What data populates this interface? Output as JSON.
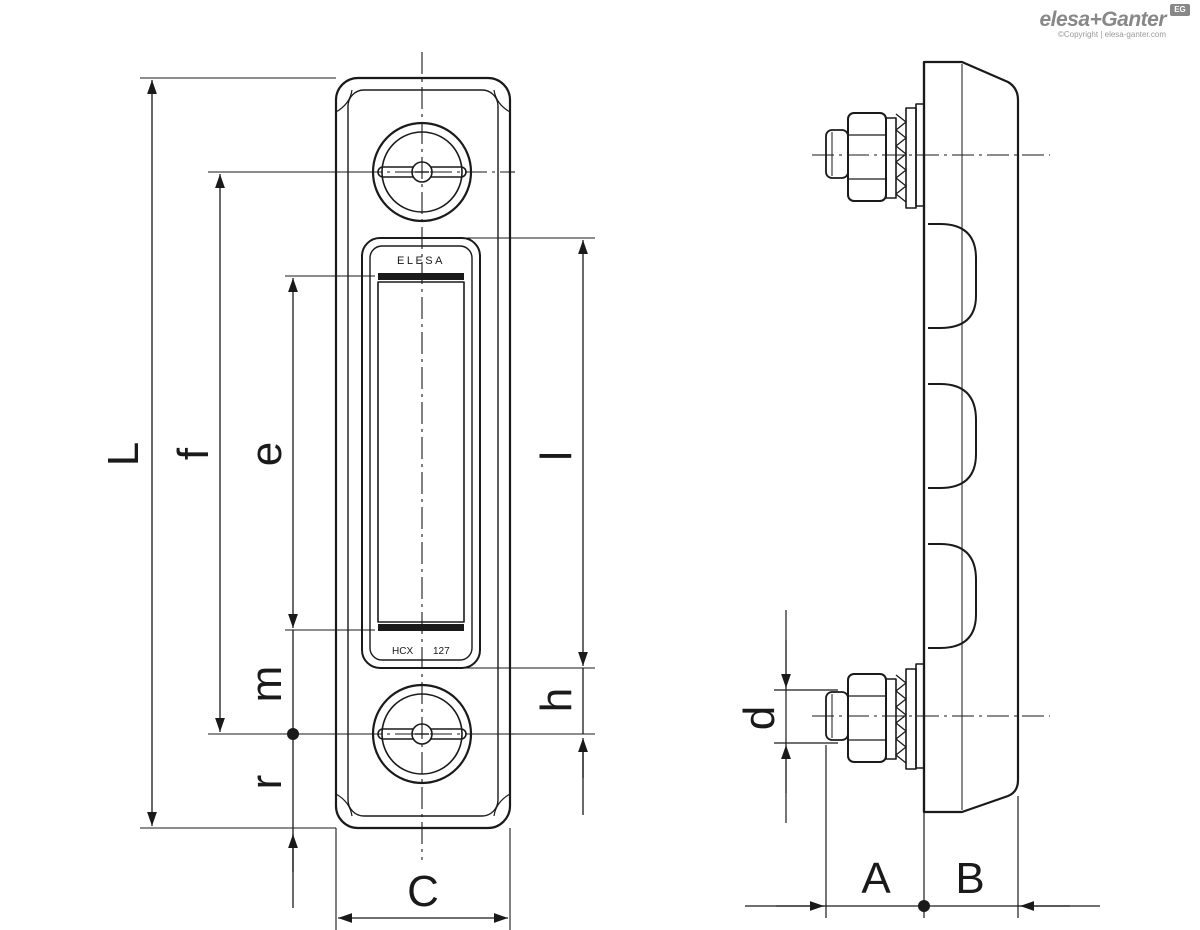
{
  "brand": {
    "logo_text": "elesa+Ganter",
    "copyright": "©Copyright | elesa-ganter.com",
    "badge": "EG"
  },
  "product": {
    "brand_mark": "ELESA",
    "model": "HCX",
    "size": "127"
  },
  "dimensions": {
    "L": "L",
    "f": "f",
    "e": "e",
    "m": "m",
    "r": "r",
    "C": "C",
    "l": "l",
    "h": "h",
    "d": "d",
    "A": "A",
    "B": "B"
  }
}
